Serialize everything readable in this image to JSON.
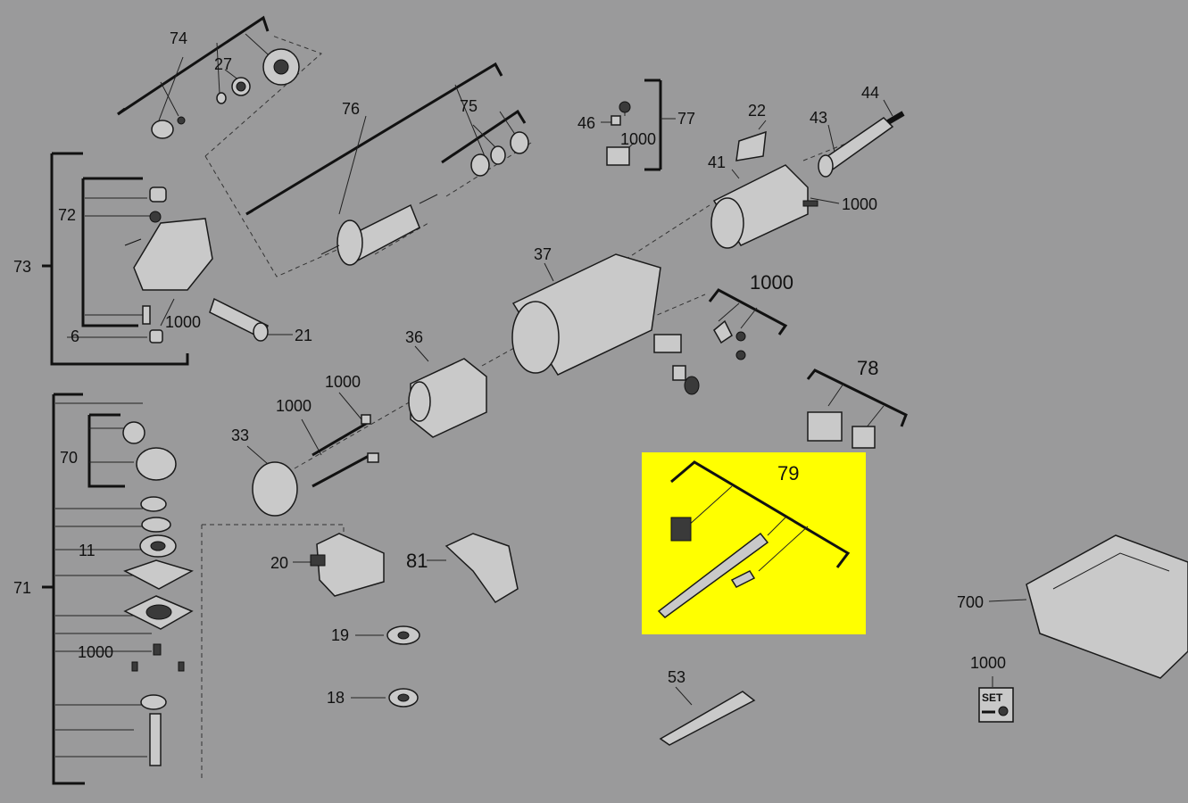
{
  "highlight_color": "#ffff00",
  "background_color": "#9a9a9b",
  "labels": {
    "l74": "74",
    "l27": "27",
    "l76": "76",
    "l75": "75",
    "l77": "77",
    "l46": "46",
    "l1000_brush": "1000",
    "l22": "22",
    "l43": "43",
    "l44": "44",
    "l41": "41",
    "l1000_screw41": "1000",
    "l72": "72",
    "l73": "73",
    "l6": "6",
    "l1000_6": "1000",
    "l21": "21",
    "l37": "37",
    "l1000_right": "1000",
    "l36": "36",
    "l1000_rod1": "1000",
    "l1000_rod2": "1000",
    "l78": "78",
    "l33": "33",
    "l79": "79",
    "l70": "70",
    "l11": "11",
    "l71": "71",
    "l20": "20",
    "l81": "81",
    "l19": "19",
    "l18": "18",
    "l1000_gear": "1000",
    "l53": "53",
    "l700": "700",
    "l1000_set": "1000",
    "set_text": "SET"
  }
}
